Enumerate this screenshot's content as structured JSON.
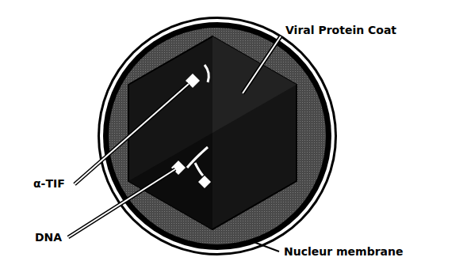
{
  "diagram": {
    "labels": [
      "Viral Protein Coat",
      "α-TIF",
      "DNA",
      "Nucleur membrane"
    ]
  }
}
